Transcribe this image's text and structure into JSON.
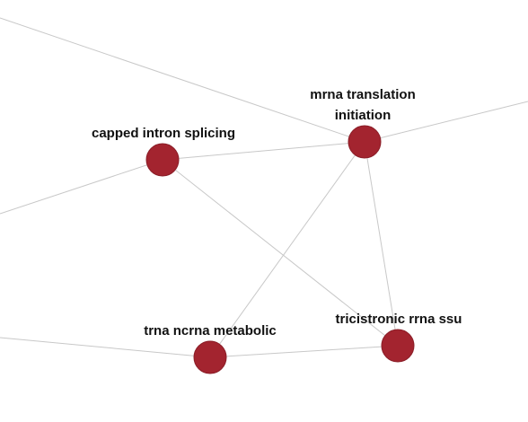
{
  "graph": {
    "node_color": "#a3242f",
    "edge_color": "#c8c8c8",
    "nodes": [
      {
        "id": "capped",
        "lines": [
          "capped intron splicing"
        ]
      },
      {
        "id": "mrna",
        "lines": [
          "mrna translation",
          "initiation"
        ]
      },
      {
        "id": "trna",
        "lines": [
          "trna ncrna metabolic"
        ]
      },
      {
        "id": "tricis",
        "lines": [
          "tricistronic rrna ssu"
        ]
      }
    ],
    "edges": [
      {
        "from": "capped",
        "to": "mrna"
      },
      {
        "from": "capped",
        "to": "tricis"
      },
      {
        "from": "mrna",
        "to": "trna"
      },
      {
        "from": "mrna",
        "to": "tricis"
      },
      {
        "from": "trna",
        "to": "tricis"
      },
      {
        "from": "capped",
        "to": "offscreen-left"
      },
      {
        "from": "mrna",
        "to": "offscreen-top-left"
      },
      {
        "from": "mrna",
        "to": "offscreen-right"
      },
      {
        "from": "trna",
        "to": "offscreen-left"
      }
    ]
  }
}
